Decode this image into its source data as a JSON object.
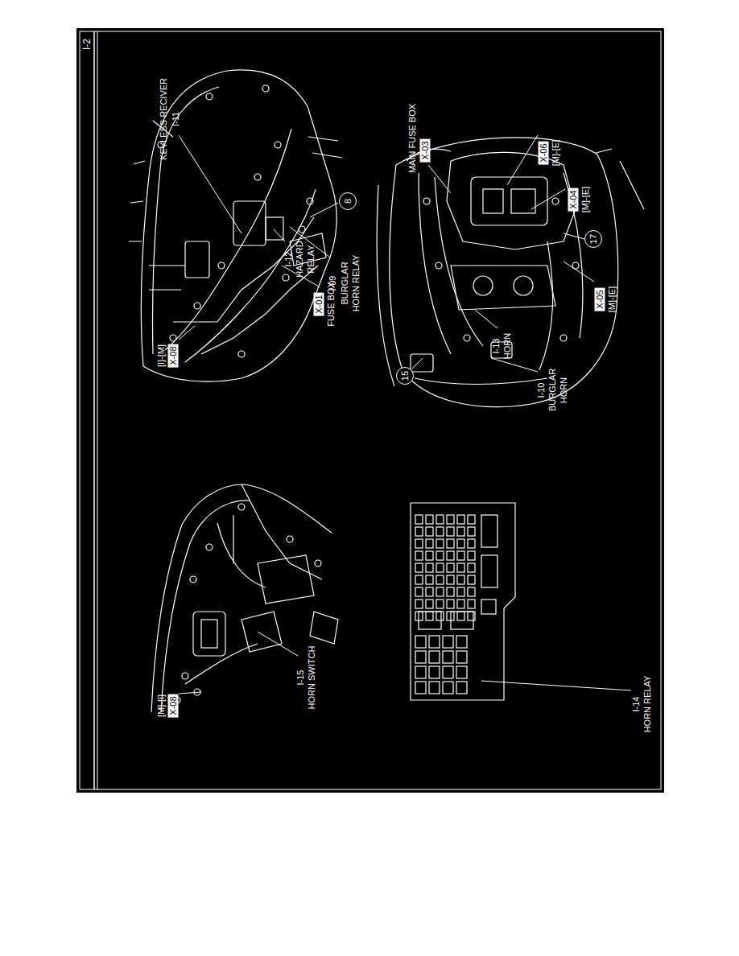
{
  "diagram": {
    "nodes": [
      {
        "text": [
          "X-08"
        ]
      },
      {
        "text": [
          "X-01"
        ]
      },
      {
        "text": [
          "X-03"
        ]
      },
      {
        "text": [
          "X-06"
        ]
      },
      {
        "text": [
          "X-04"
        ]
      },
      {
        "text": [
          "X-05"
        ]
      },
      {
        "text": [
          "8"
        ]
      },
      {
        "text": [
          "17"
        ]
      },
      {
        "text": [
          "15"
        ]
      },
      {
        "text": [
          "X-08"
        ]
      }
    ],
    "labels": [
      "I-2",
      "KEYLESS RECIVER",
      "I-11",
      "MAIN FUSE BOX",
      "[M]-[E]",
      "[M]-[E]",
      "[M]-[E]",
      "I-12",
      "HAZARD RELAY",
      "I-09",
      "BURGLAR HORN RELAY",
      "FUSE BOX",
      "[I]-[M]",
      "I-13",
      "HORN",
      "I-10",
      "BURGLAR HORN",
      "[M]-[I]",
      "I-15",
      "HORN SWITCH",
      "I-14",
      "HORN RELAY"
    ]
  }
}
